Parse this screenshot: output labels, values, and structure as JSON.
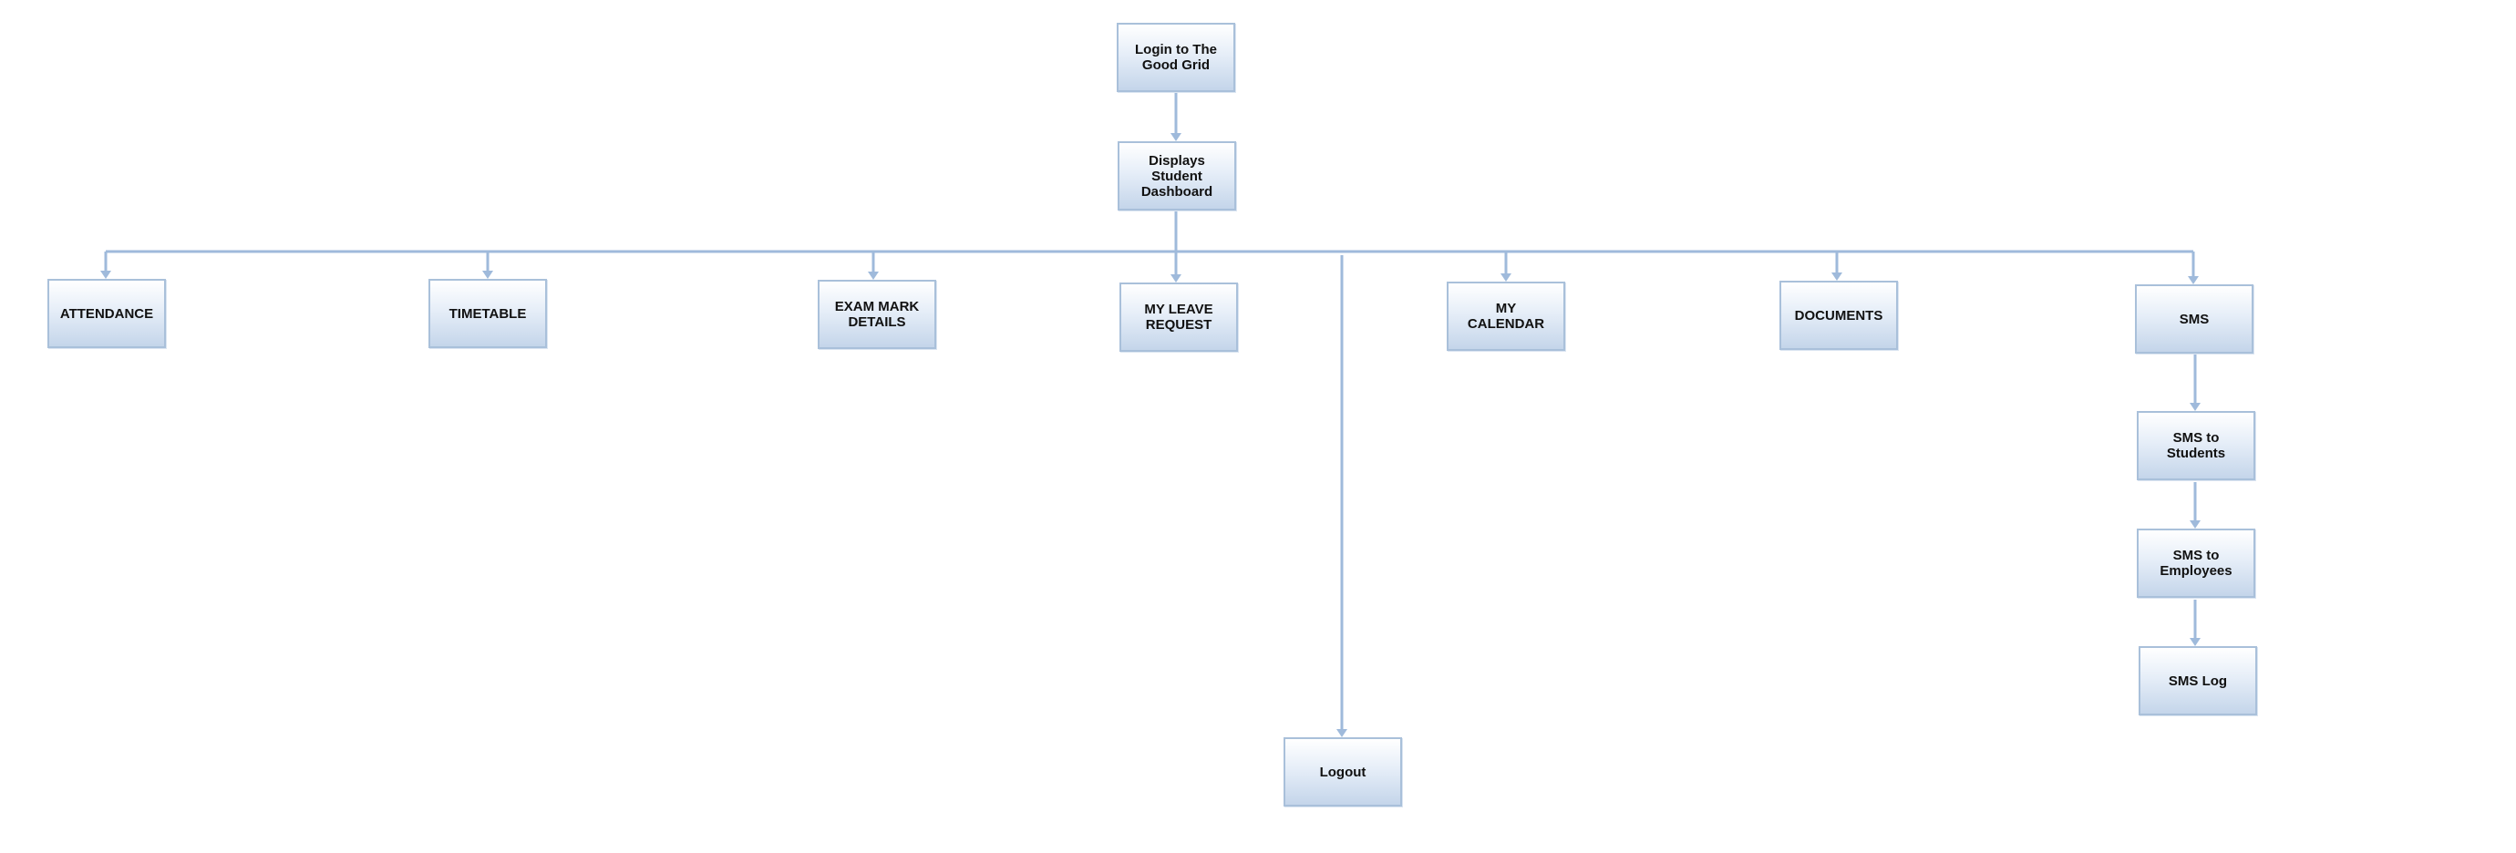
{
  "nodes": {
    "login": "Login to The Good Grid",
    "dashboard": "Displays Student Dashboard",
    "attendance": "ATTENDANCE",
    "timetable": "TIMETABLE",
    "exam_mark_details": "EXAM MARK DETAILS",
    "my_leave_request": "MY LEAVE REQUEST",
    "my_calendar": "MY CALENDAR",
    "documents": "DOCUMENTS",
    "sms": "SMS",
    "sms_to_students": "SMS to Students",
    "sms_to_employees": "SMS to Employees",
    "sms_log": "SMS Log",
    "logout": "Logout"
  },
  "edges": [
    [
      "login",
      "dashboard"
    ],
    [
      "dashboard",
      "attendance"
    ],
    [
      "dashboard",
      "timetable"
    ],
    [
      "dashboard",
      "exam_mark_details"
    ],
    [
      "dashboard",
      "my_leave_request"
    ],
    [
      "dashboard",
      "logout"
    ],
    [
      "dashboard",
      "my_calendar"
    ],
    [
      "dashboard",
      "documents"
    ],
    [
      "dashboard",
      "sms"
    ],
    [
      "sms",
      "sms_to_students"
    ],
    [
      "sms_to_students",
      "sms_to_employees"
    ],
    [
      "sms_to_employees",
      "sms_log"
    ]
  ]
}
